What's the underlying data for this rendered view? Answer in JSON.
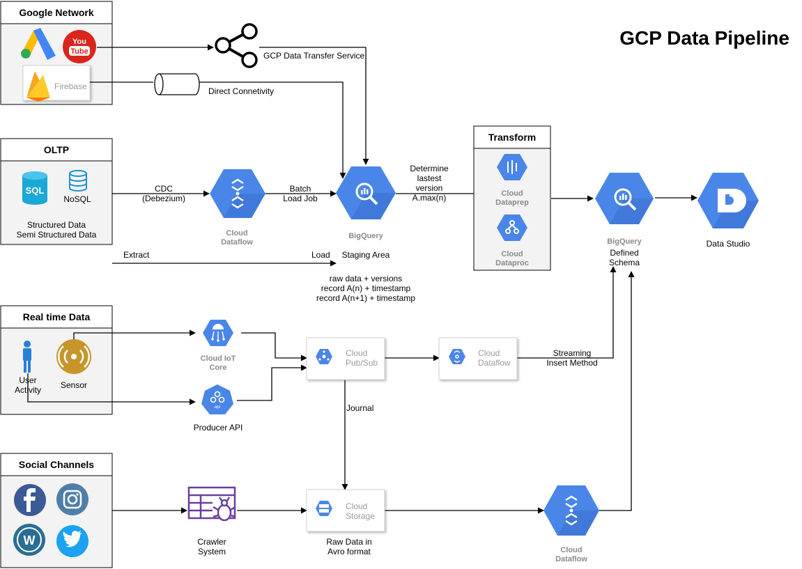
{
  "title": "GCP Data Pipeline",
  "sources": {
    "google_network": {
      "header": "Google Network",
      "youtube_line1": "You",
      "youtube_line2": "Tube",
      "firebase": "Firebase"
    },
    "oltp": {
      "header": "OLTP",
      "sql": "SQL",
      "nosql": "NoSQL",
      "line1": "Structured Data",
      "line2": "Semi Structured Data"
    },
    "realtime": {
      "header": "Real time Data",
      "user_line1": "User",
      "user_line2": "Activity",
      "sensor": "Sensor"
    },
    "social": {
      "header": "Social Channels"
    }
  },
  "edges": {
    "transfer_service": "GCP Data Transfer Service",
    "direct": "Direct Connetivity",
    "cdc_line1": "CDC",
    "cdc_line2": "(Debezium)",
    "batch_line1": "Batch",
    "batch_line2": "Load Job",
    "determine_line1": "Determine",
    "determine_line2": "lastest",
    "determine_line3": "version",
    "determine_line4": "A.max(n)",
    "extract": "Extract",
    "load": "Load",
    "journal": "Journal",
    "streaming_line1": "Streaming",
    "streaming_line2": "Insert Method"
  },
  "nodes": {
    "dataflow1_line1": "Cloud",
    "dataflow1_line2": "Dataflow",
    "bigquery1": "BigQuery",
    "staging": "Staging Area",
    "raw_line1": "raw data + versions",
    "raw_line2": "record A(n) + timestamp",
    "raw_line3": "record A(n+1) + timestamp",
    "transform_header": "Transform",
    "dataprep_line1": "Cloud",
    "dataprep_line2": "Dataprep",
    "dataproc_line1": "Cloud",
    "dataproc_line2": "Dataproc",
    "bigquery2": "BigQuery",
    "defined_line1": "Defined",
    "defined_line2": "Schema",
    "datastudio": "Data Studio",
    "iot_line1": "Cloud IoT",
    "iot_line2": "Core",
    "producer_api": "Producer API",
    "api_badge": "api",
    "pubsub_line1": "Cloud",
    "pubsub_line2": "Pub/Sub",
    "dataflow2_line1": "Cloud",
    "dataflow2_line2": "Dataflow",
    "storage_line1": "Cloud",
    "storage_line2": "Storage",
    "crawler_line1": "Crawler",
    "crawler_line2": "System",
    "avro_line1": "Raw Data in",
    "avro_line2": "Avro format",
    "dataflow3_line1": "Cloud",
    "dataflow3_line2": "Dataflow"
  },
  "colors": {
    "gcp_blue": "#4a86e8",
    "gcp_blue_dark": "#3b6fd0",
    "sql_cyan": "#1aa8d6",
    "youtube_red": "#d9251c",
    "firebase_orange": "#f6a623",
    "sensor_gold": "#c8952a",
    "crawler_purple": "#6a3fa0",
    "facebook": "#3a5a98",
    "instagram": "#4f7fa8",
    "wordpress": "#2a6d94",
    "twitter": "#1da1f2"
  }
}
